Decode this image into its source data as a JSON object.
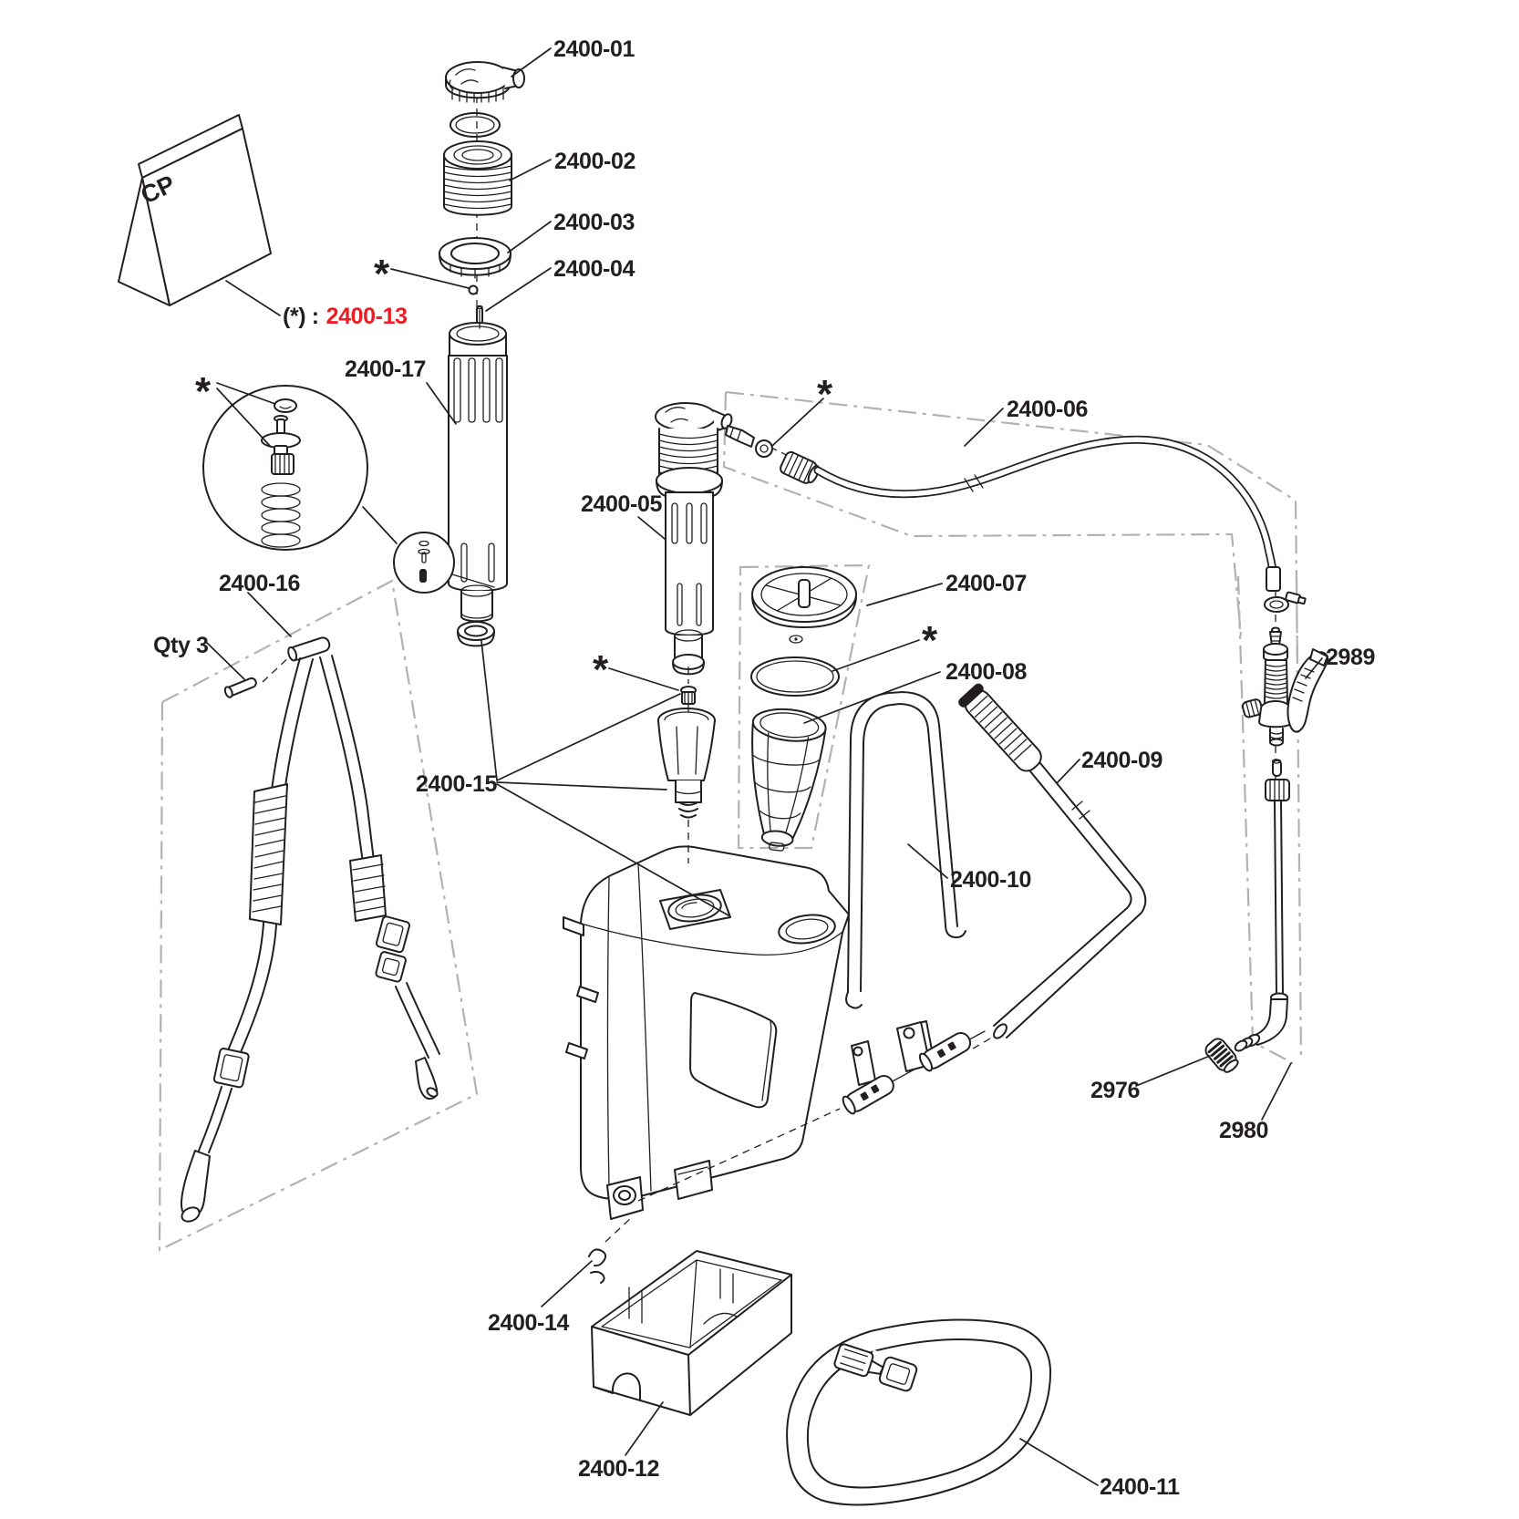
{
  "colors": {
    "ink": "#231f20",
    "boundary_grey": "#b2b2b5",
    "highlight_red": "#ed1c24",
    "background": "#ffffff"
  },
  "bag": {
    "text": "CP"
  },
  "notes": {
    "kit_prefix": "(*) :",
    "kit_number": "2400-13",
    "qty": "Qty 3",
    "asterisk": "*"
  },
  "part_labels": {
    "p01": "2400-01",
    "p02": "2400-02",
    "p03": "2400-03",
    "p04": "2400-04",
    "p05": "2400-05",
    "p06": "2400-06",
    "p07": "2400-07",
    "p08": "2400-08",
    "p09": "2400-09",
    "p10": "2400-10",
    "p11": "2400-11",
    "p12": "2400-12",
    "p14": "2400-14",
    "p15": "2400-15",
    "p16": "2400-16",
    "p17": "2400-17",
    "p2989": "2989",
    "p2976": "2976",
    "p2980": "2980"
  }
}
